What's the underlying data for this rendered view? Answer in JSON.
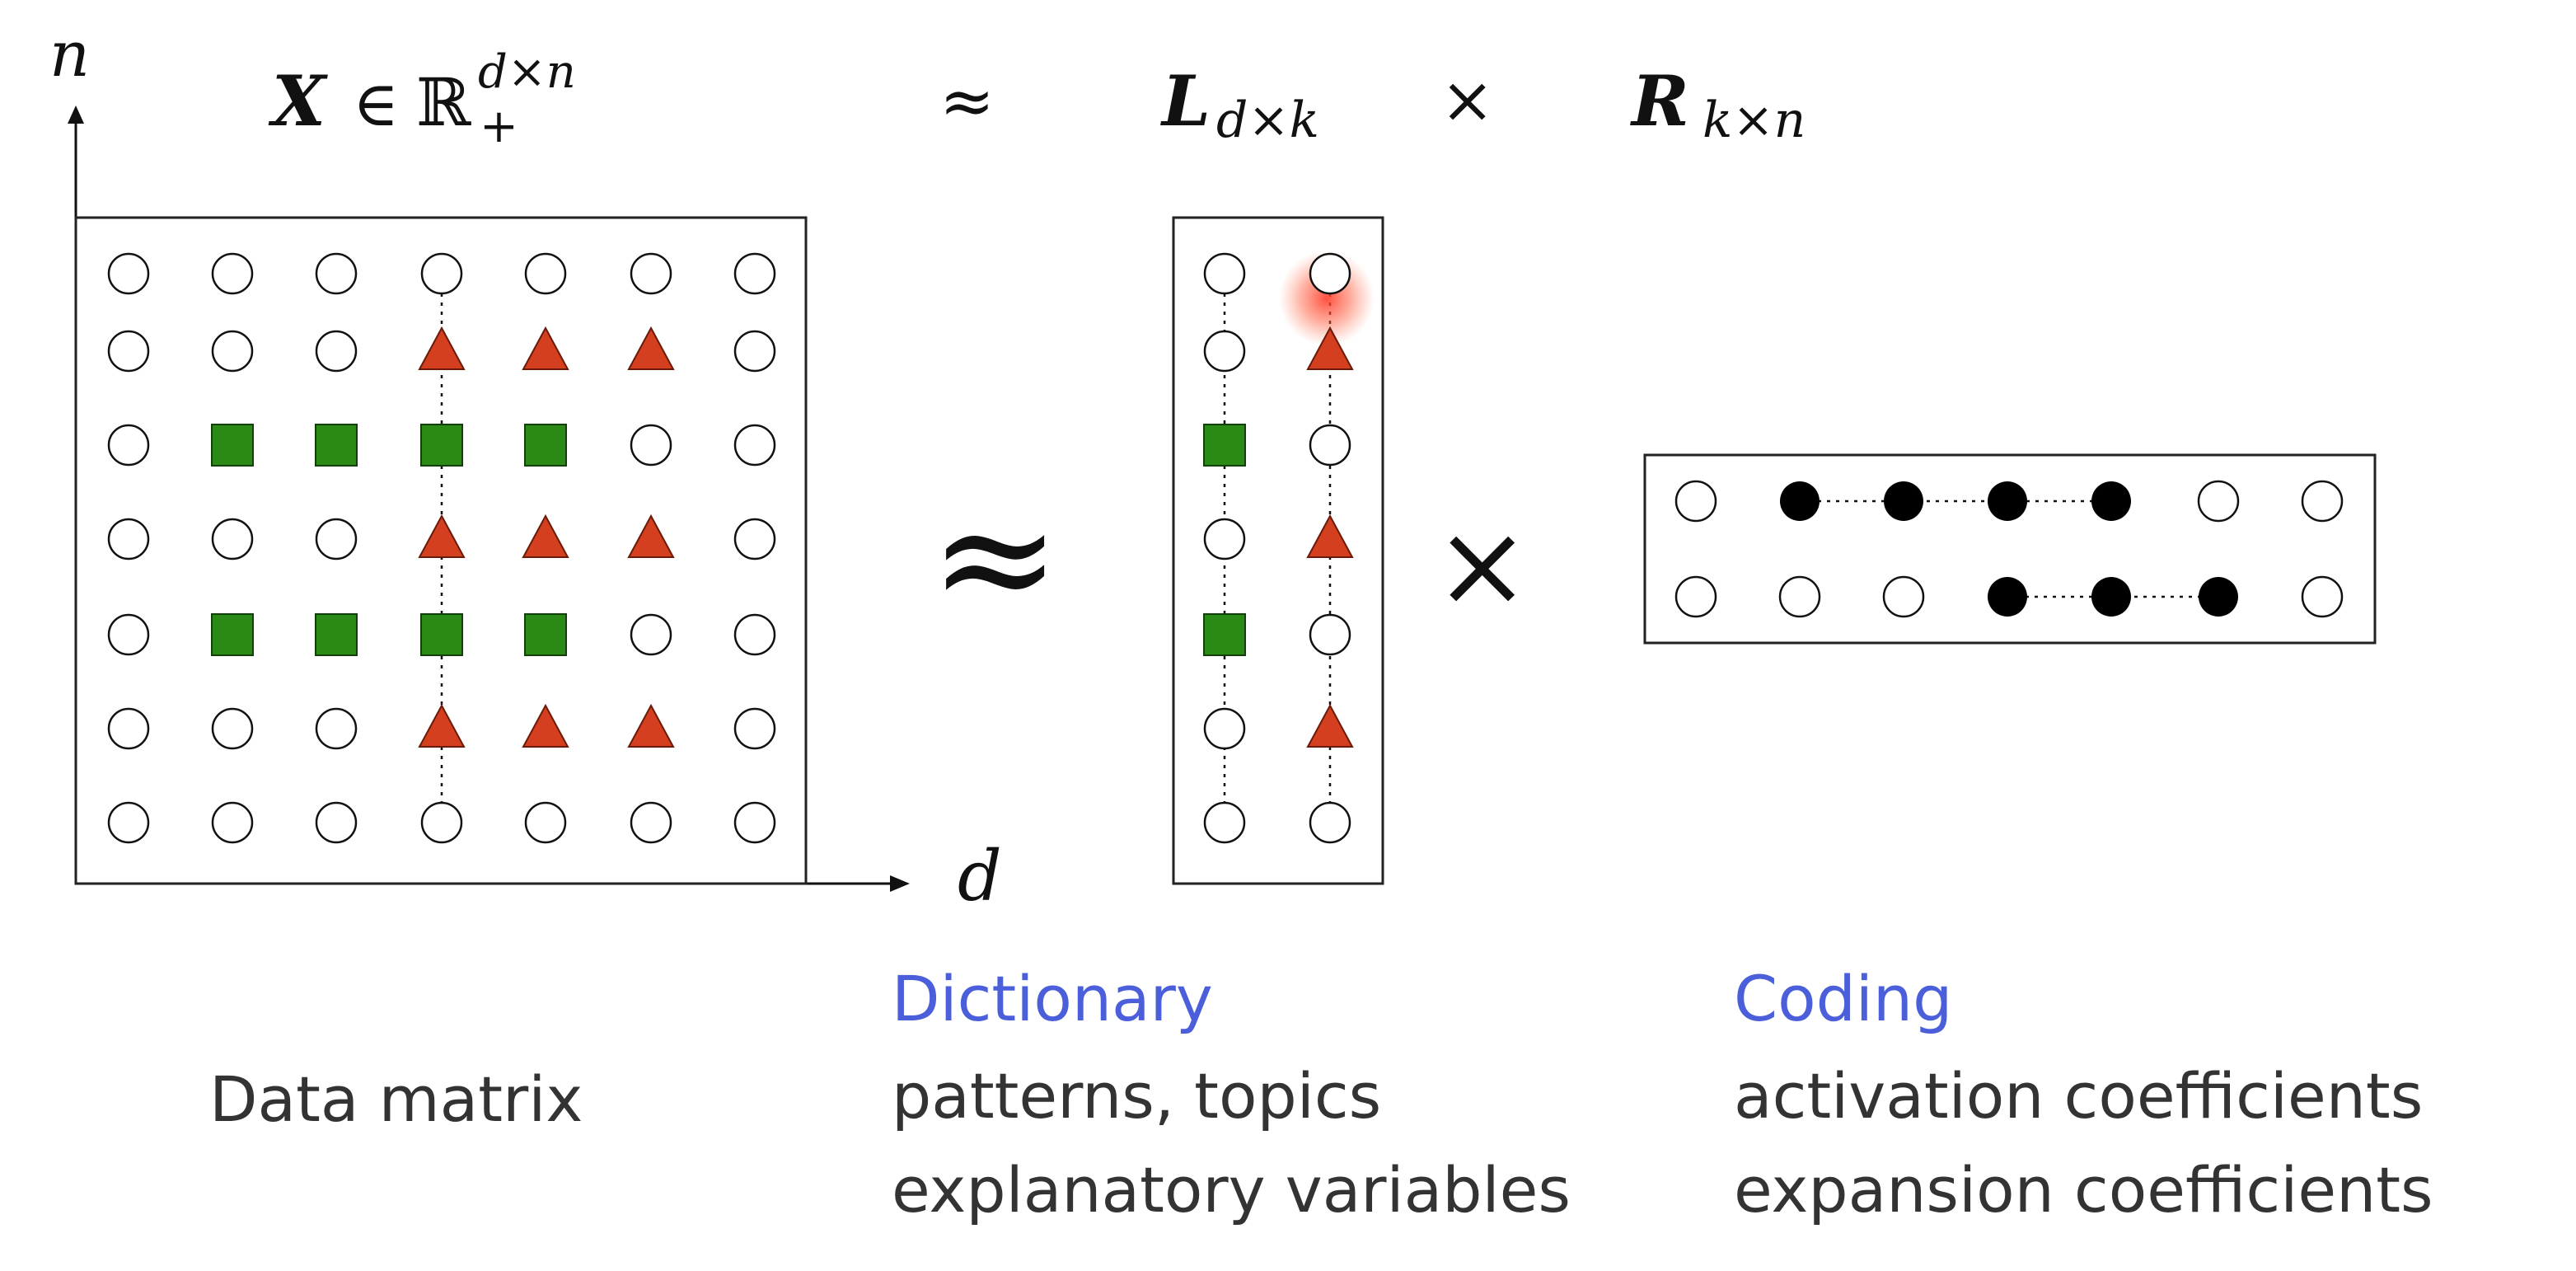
{
  "formula": {
    "x_bold": "X",
    "in_sym": "∈",
    "reals": "ℝ",
    "reals_sup": "d×n",
    "reals_sub": "+",
    "approx": "≈",
    "l_bold": "L",
    "l_sub": "d×k",
    "times": "×",
    "r_bold": "R",
    "r_sub": "k×n"
  },
  "axes": {
    "vertical": "n",
    "horizontal": "d"
  },
  "operators": {
    "approx": "≈",
    "times": "×"
  },
  "labels": {
    "data_matrix": "Data matrix",
    "dictionary_title": "Dictionary",
    "dictionary_line1": "patterns, topics",
    "dictionary_line2": "explanatory variables",
    "coding_title": "Coding",
    "coding_line1": "activation coefficients",
    "coding_line2": "expansion coefficients"
  },
  "matrices": {
    "X": [
      [
        "o",
        "o",
        "o",
        "o",
        "o",
        "o",
        "o"
      ],
      [
        "o",
        "o",
        "o",
        "t",
        "t",
        "t",
        "o"
      ],
      [
        "o",
        "s",
        "s",
        "s",
        "s",
        "o",
        "o"
      ],
      [
        "o",
        "o",
        "o",
        "t",
        "t",
        "t",
        "o"
      ],
      [
        "o",
        "s",
        "s",
        "s",
        "s",
        "o",
        "o"
      ],
      [
        "o",
        "o",
        "o",
        "t",
        "t",
        "t",
        "o"
      ],
      [
        "o",
        "o",
        "o",
        "o",
        "o",
        "o",
        "o"
      ]
    ],
    "L": [
      [
        "o",
        "o"
      ],
      [
        "o",
        "t"
      ],
      [
        "s",
        "o"
      ],
      [
        "o",
        "t"
      ],
      [
        "s",
        "o"
      ],
      [
        "o",
        "t"
      ],
      [
        "o",
        "o"
      ]
    ],
    "R": [
      [
        "o",
        "f",
        "f",
        "f",
        "f",
        "o",
        "o"
      ],
      [
        "o",
        "o",
        "o",
        "f",
        "f",
        "f",
        "o"
      ]
    ]
  },
  "colors": {
    "square": "#2a8a16",
    "triangle": "#d4401f",
    "filled": "#000000",
    "accent": "#4a5fd9",
    "glow": "#ff3b2a"
  }
}
